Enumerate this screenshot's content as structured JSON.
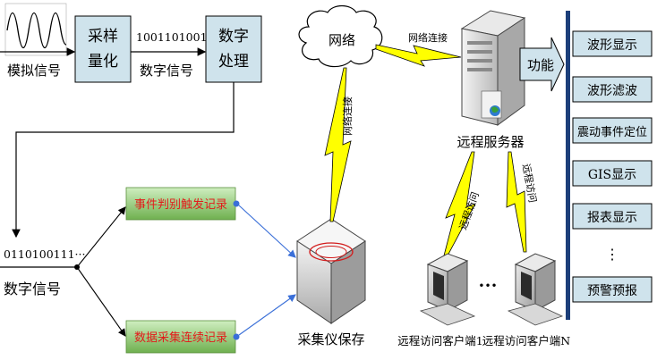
{
  "analog_signal_label": "模拟信号",
  "sampling_box": [
    "采样",
    "量化"
  ],
  "digital_bits_top": "1001101001···",
  "digital_signal_label_top": "数字信号",
  "digital_processing_box": [
    "数字",
    "处理"
  ],
  "network_cloud": "网络",
  "network_link_top": "网络连接",
  "network_link_vertical": "网络连接",
  "remote_server": "远程服务器",
  "function_label": "功能",
  "functions": [
    "波形显示",
    "波形滤波",
    "震动事件定位",
    "GIS显示",
    "报表显示",
    "⋮",
    "预警预报"
  ],
  "remote_access_left": "远程访问",
  "remote_access_right": "远程访问",
  "digital_bits_left": "0110100111···",
  "digital_signal_label_left": "数字信号",
  "event_record": "事件判别触发记录",
  "continuous_record": "数据采集连续记录",
  "collector": "采集仪保存",
  "ellipsis": "•••",
  "client_1": "远程访问客户端1",
  "client_n": "远程访问客户端N",
  "colors": {
    "box_fill": "#cfe3ec",
    "record_text": "#e31b1b",
    "record_fill": "#86c168",
    "lightning": "#ffff00",
    "arrow_blue": "#3a6fd8"
  }
}
